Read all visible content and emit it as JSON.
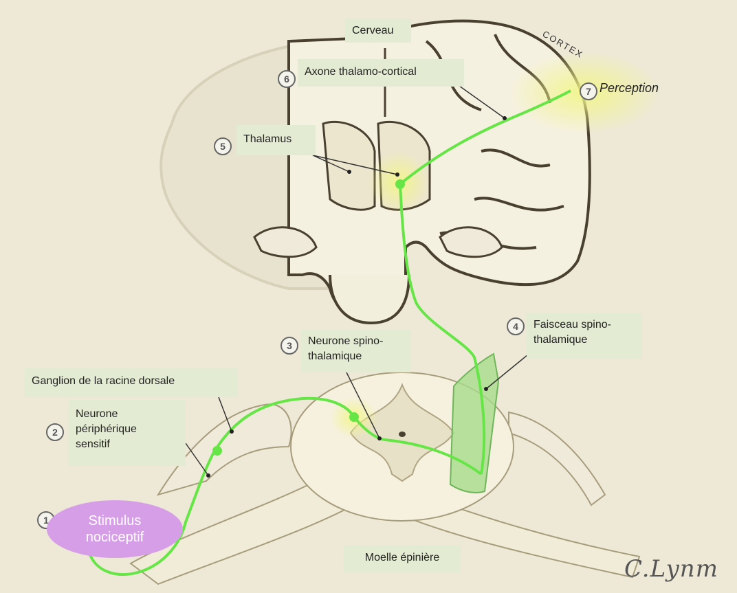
{
  "labels": {
    "cerveau": "Cerveau",
    "axone": "Axone thalamo-cortical",
    "thalamus": "Thalamus",
    "perception": "Perception",
    "faisceau": "Faisceau spino-\nthalamique",
    "neurone_spino": "Neurone spino-\nthalamique",
    "ganglion": "Ganglion de la racine dorsale",
    "neurone_periph": "Neurone\npériphérique\nsensitif",
    "stimulus": "Stimulus\nnociceptif",
    "moelle": "Moelle épinière",
    "cortex": "CORTEX"
  },
  "numbers": {
    "n1": "1",
    "n2": "2",
    "n3": "3",
    "n4": "4",
    "n5": "5",
    "n6": "6",
    "n7": "7"
  },
  "signature": "C.Lynm",
  "colors": {
    "background": "#ede9d6",
    "label_box": "#e3ecd2",
    "pathway": "#66e646",
    "tract": "#a8dc8c",
    "stimulus": "#d79ee8",
    "tissue_outline": "#4a4030"
  }
}
